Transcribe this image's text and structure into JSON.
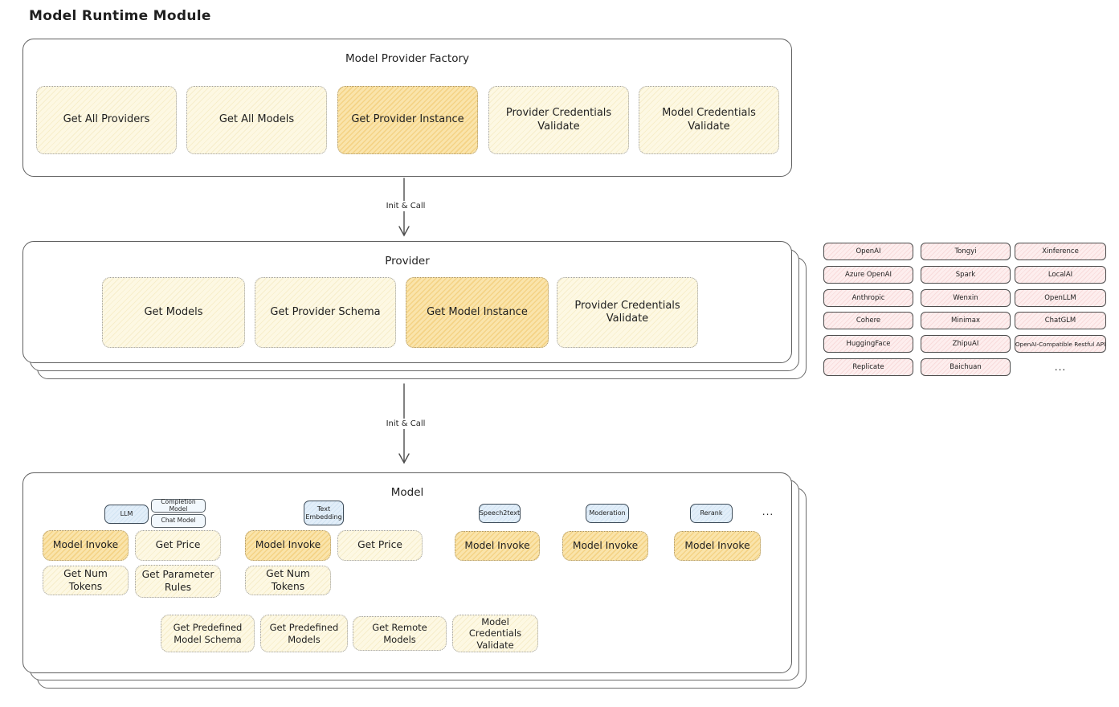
{
  "title": "Model Runtime Module",
  "arrow_label": "Init & Call",
  "colors": {
    "yellow_fill": "#fdf6dd",
    "orange_highlight_fill": "#f6d98f",
    "pink_fill": "#fdecec",
    "blue_fill": "#dceaf8",
    "outline": "#5f5f5f"
  },
  "factory": {
    "title": "Model Provider Factory",
    "boxes": [
      "Get All Providers",
      "Get All Models",
      "Get Provider Instance",
      "Provider Credentials Validate",
      "Model Credentials Validate"
    ]
  },
  "provider": {
    "title": "Provider",
    "boxes": [
      "Get Models",
      "Get Provider Schema",
      "Get Model Instance",
      "Provider Credentials Validate"
    ]
  },
  "providers_grid": {
    "columns": [
      [
        "OpenAI",
        "Azure OpenAI",
        "Anthropic",
        "Cohere",
        "HuggingFace",
        "Replicate"
      ],
      [
        "Tongyi",
        "Spark",
        "Wenxin",
        "Minimax",
        "ZhipuAI",
        "Baichuan"
      ],
      [
        "Xinference",
        "LocalAI",
        "OpenLLM",
        "ChatGLM",
        "OpenAI-Compatible Restful API",
        "..."
      ]
    ]
  },
  "model": {
    "title": "Model",
    "tags": {
      "llm": "LLM",
      "completion": "Completion Model",
      "chat": "Chat Model",
      "text_embedding": "Text Embedding",
      "speech2text": "Speech2text",
      "moderation": "Moderation",
      "rerank": "Rerank",
      "more": "..."
    },
    "ops": {
      "model_invoke": "Model Invoke",
      "get_price": "Get Price",
      "get_num_tokens": "Get Num Tokens",
      "get_parameter_rules": "Get Parameter Rules",
      "get_predefined_model_schema": "Get Predefined Model Schema",
      "get_predefined_models": "Get Predefined Models",
      "get_remote_models": "Get Remote Models",
      "model_credentials_validate": "Model Credentials Validate"
    }
  }
}
